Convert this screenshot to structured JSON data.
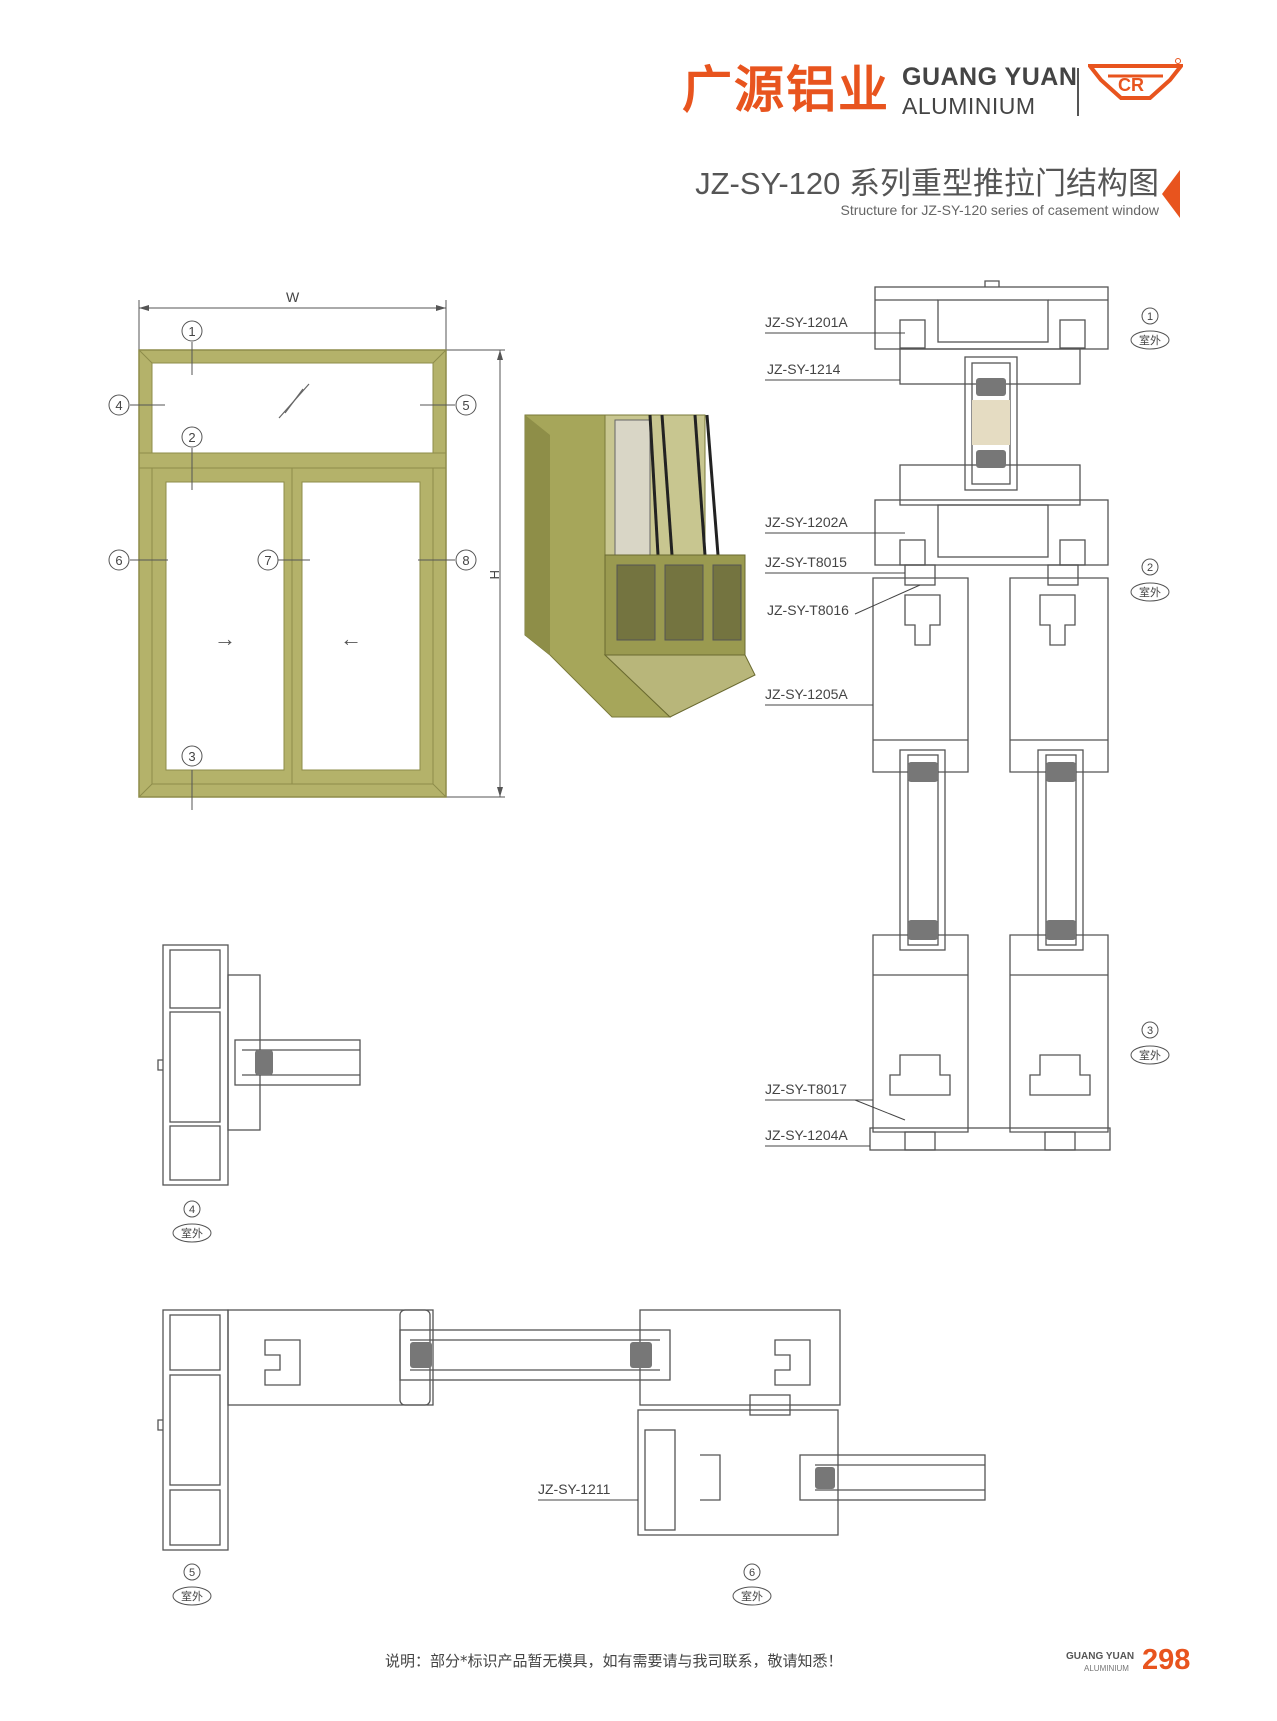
{
  "brand": {
    "name_cn": "广源铝业",
    "name_en_line1": "GUANG YUAN",
    "name_en_line2": "ALUMINIUM",
    "logo_icon": "gy-emblem-logo",
    "color": "#e8541e"
  },
  "title": "JZ-SY-120 系列重型推拉门结构图",
  "subtitle": "Structure for JZ-SY-120 series of casement window",
  "elevation": {
    "width_label": "W",
    "height_label": "H",
    "frame_color": "#b4b26a",
    "markers": [
      "1",
      "2",
      "3",
      "4",
      "5",
      "6",
      "7",
      "8"
    ],
    "arrow_right": "→",
    "arrow_left": "←"
  },
  "parts": {
    "p1201A": "JZ-SY-1201A",
    "p1214": "JZ-SY-1214",
    "p1202A": "JZ-SY-1202A",
    "pT8015": "JZ-SY-T8015",
    "pT8016": "JZ-SY-T8016",
    "p1205A": "JZ-SY-1205A",
    "pT8017": "JZ-SY-T8017",
    "p1204A": "JZ-SY-1204A",
    "p1211": "JZ-SY-1211"
  },
  "sections": {
    "outdoor": "室外",
    "s1": "1",
    "s2": "2",
    "s3": "3",
    "s4": "4",
    "s5": "5",
    "s6": "6"
  },
  "footer": {
    "note": "说明：部分*标识产品暂无模具，如有需要请与我司联系，敬请知悉！",
    "brand_line1": "GUANG YUAN",
    "brand_line2": "ALUMINIUM",
    "page_number": "298"
  }
}
